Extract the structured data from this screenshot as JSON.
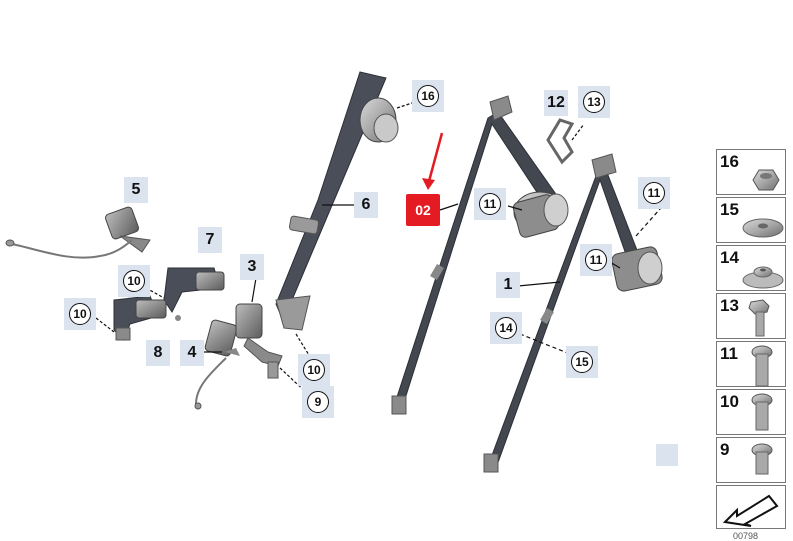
{
  "callouts": [
    {
      "id": "c16",
      "text": "16",
      "style": "circle"
    },
    {
      "id": "c12",
      "text": "12",
      "style": "plain"
    },
    {
      "id": "c13",
      "text": "13",
      "style": "circle"
    },
    {
      "id": "c5",
      "text": "5",
      "style": "plain"
    },
    {
      "id": "c6",
      "text": "6",
      "style": "plain"
    },
    {
      "id": "c11a",
      "text": "11",
      "style": "circle"
    },
    {
      "id": "c11b",
      "text": "11",
      "style": "circle"
    },
    {
      "id": "c11c",
      "text": "11",
      "style": "circle"
    },
    {
      "id": "c7",
      "text": "7",
      "style": "plain"
    },
    {
      "id": "c3",
      "text": "3",
      "style": "plain"
    },
    {
      "id": "c10a",
      "text": "10",
      "style": "circle"
    },
    {
      "id": "c10b",
      "text": "10",
      "style": "circle"
    },
    {
      "id": "c10c",
      "text": "10",
      "style": "circle"
    },
    {
      "id": "c1",
      "text": "1",
      "style": "plain"
    },
    {
      "id": "c14",
      "text": "14",
      "style": "circle"
    },
    {
      "id": "c15",
      "text": "15",
      "style": "circle"
    },
    {
      "id": "c8",
      "text": "8",
      "style": "plain"
    },
    {
      "id": "c4",
      "text": "4",
      "style": "plain"
    },
    {
      "id": "c9",
      "text": "9",
      "style": "circle"
    },
    {
      "id": "cblank",
      "text": "",
      "style": "empty"
    }
  ],
  "highlight": {
    "text": "02",
    "color": "#e41b23"
  },
  "legend": {
    "items": [
      {
        "num": "16",
        "part": "hex-nut"
      },
      {
        "num": "15",
        "part": "washer"
      },
      {
        "num": "14",
        "part": "spacer-washer"
      },
      {
        "num": "13",
        "part": "hex-bolt"
      },
      {
        "num": "11",
        "part": "torx-bolt-long"
      },
      {
        "num": "10",
        "part": "torx-bolt-medium"
      },
      {
        "num": "9",
        "part": "torx-bolt-short"
      }
    ]
  },
  "diagram_number": "00798"
}
